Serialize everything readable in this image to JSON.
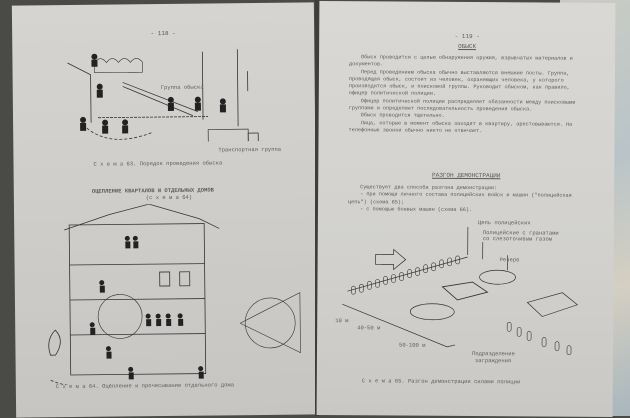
{
  "left_page": {
    "page_number": "- 118 -",
    "figure63": {
      "labels": {
        "search_group": "Группа обыска",
        "transport_group": "Транспортная группа"
      },
      "caption": "С х е м а  63. Порядок проведения обыска"
    },
    "section_title": "ОЦЕПЛЕНИЕ КВАРТАЛОВ И ОТДЕЛЬНЫХ ДОМОВ",
    "section_ref": "(с х е м а  64)",
    "figure64": {
      "caption": "С х е м а  64. Оцепление и прочесывание отдельного дома"
    }
  },
  "right_page": {
    "page_number": "- 119 -",
    "heading": "ОБЫСК",
    "paragraphs": [
      "Обыск проводится с целью обнаружения оружия, взрывчатых материалов и документов.",
      "Перед проведением обыска обычно выставляются внешние посты. Группа, проводящая обыск, состоит из человек, охраняющих человека, у которого производится обыск, и поисковой группы. Руководит обыском, как правило, офицер политической полиции.",
      "Офицер политической полиции распределяет обязанности между поисковыми группами и определяет последовательность проведения обыска.",
      "Обыск проводится тщательно.",
      "Лица, которые в момент обыска заходят в квартиру, арестовываются. На телефонные звонки обычно никто не отвечает."
    ],
    "section_title": "РАЗГОН ДЕМОНСТРАЦИИ",
    "section_paragraphs": [
      "Существует два способа разгона демонстрации:",
      "- при помощи личного состава полицейских войск и машин (\"полицейская цепь\") (схема 65);",
      "- с помощью боевых машин (схема 66)."
    ],
    "figure65": {
      "labels": {
        "police_line": "Цепь полицейских",
        "gas_grenades_1": "Полицейские с гранатами",
        "gas_grenades_2": "со слезоточивым газом",
        "reserve": "Резерв",
        "barrier_unit_1": "Подразделение",
        "barrier_unit_2": "заграждения",
        "dist1": "10 м",
        "dist2": "40-50 м",
        "dist3": "50-100 м"
      },
      "caption": "С х е м а  65. Разгон демонстрации силами полиции"
    }
  }
}
